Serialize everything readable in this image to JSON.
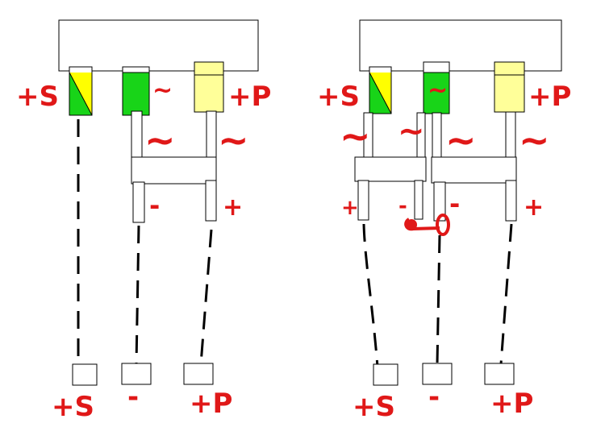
{
  "colors": {
    "red": "#e01818",
    "green": "#18d418",
    "yellow": "#ffff00",
    "pale_yellow": "#ffff99",
    "outline": "#000000",
    "line": "#000000",
    "panel": "#ffffff"
  },
  "left_diagram": {
    "top_labels": {
      "plus_s": "+S",
      "minus": "~",
      "plus_p": "+P"
    },
    "ac_marks": [
      "~",
      "~"
    ],
    "terminal_labels": {
      "minus": "-",
      "plus": "+"
    },
    "bottom_labels": {
      "plus_s": "+S",
      "minus": "-",
      "plus_p": "+P"
    }
  },
  "right_diagram": {
    "top_labels": {
      "plus_s": "+S",
      "minus": "~",
      "plus_p": "+P"
    },
    "ac_marks": [
      "~",
      "~",
      "~",
      "~"
    ],
    "terminal_labels": {
      "plus": "+",
      "minus_a": "-",
      "minus_b": "-",
      "plus_b": "+"
    },
    "bottom_labels": {
      "plus_s": "+S",
      "minus": "-",
      "plus_p": "+P"
    }
  }
}
